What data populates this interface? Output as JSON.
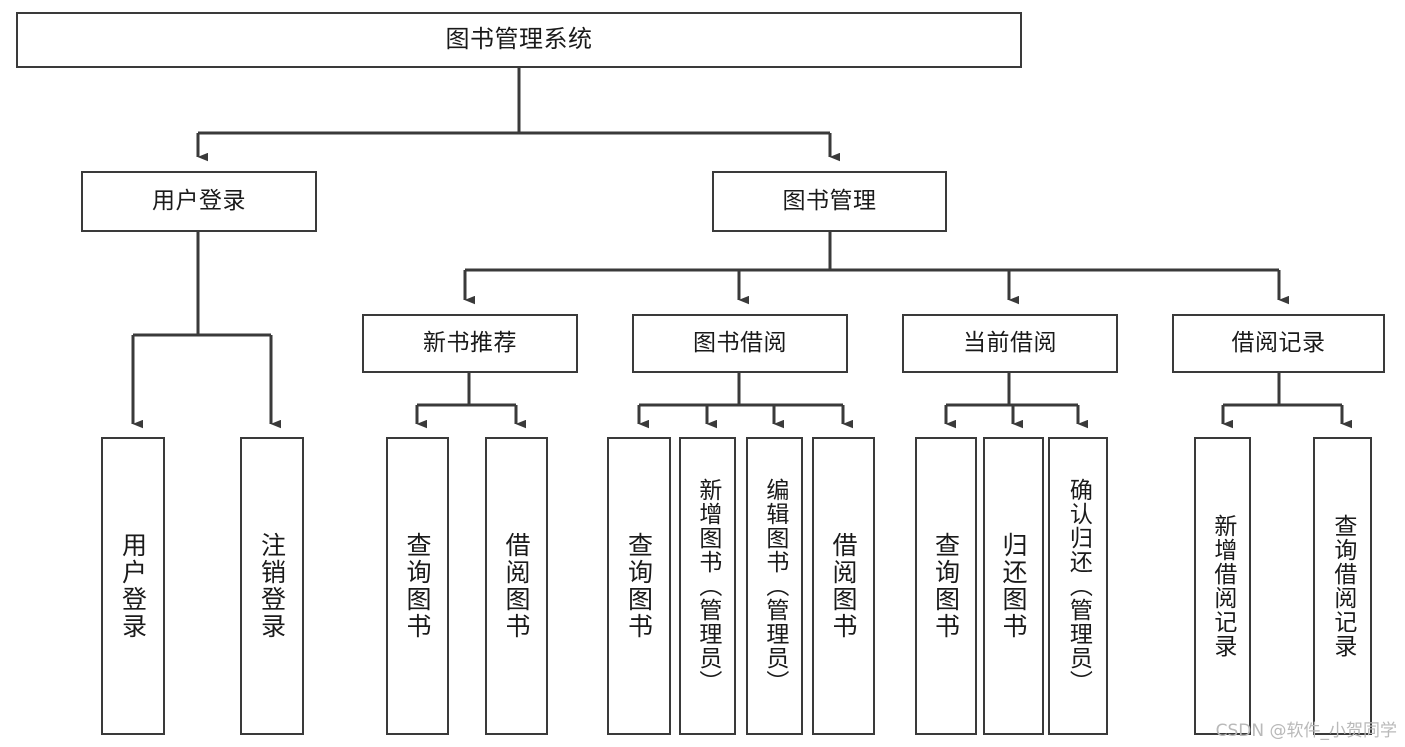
{
  "diagram": {
    "title": "图书管理系统",
    "type": "tree-hierarchy-chart",
    "orientation": "top-down",
    "colors": {
      "box_border": "#3a3a3a",
      "box_fill": "#ffffff",
      "edge": "#3a3a3a",
      "text": "#1a1a1a",
      "watermark": "#b9b9b9",
      "background": "#ffffff"
    },
    "watermark": "CSDN @软件_小贺同学"
  },
  "nodes": {
    "root": {
      "id": "root",
      "label": "图书管理系统",
      "level": 1,
      "orientation": "horizontal"
    },
    "level2": [
      {
        "id": "user-login",
        "label": "用户登录",
        "level": 2,
        "orientation": "horizontal"
      },
      {
        "id": "book-management",
        "label": "图书管理",
        "level": 2,
        "orientation": "horizontal"
      }
    ],
    "level3": [
      {
        "id": "new-book-recommend",
        "label": "新书推荐",
        "level": 3,
        "orientation": "horizontal",
        "parent": "book-management"
      },
      {
        "id": "book-borrow",
        "label": "图书借阅",
        "level": 3,
        "orientation": "horizontal",
        "parent": "book-management"
      },
      {
        "id": "current-borrow",
        "label": "当前借阅",
        "level": 3,
        "orientation": "horizontal",
        "parent": "book-management"
      },
      {
        "id": "borrow-record",
        "label": "借阅记录",
        "level": 3,
        "orientation": "horizontal",
        "parent": "book-management"
      }
    ],
    "leaves": [
      {
        "id": "leaf-user-login",
        "label": "用户登录",
        "level": 3,
        "orientation": "vertical",
        "parent": "user-login"
      },
      {
        "id": "leaf-user-logout",
        "label": "注销登录",
        "level": 3,
        "orientation": "vertical",
        "parent": "user-login"
      },
      {
        "id": "leaf-query-book-recommend",
        "label": "查询图书",
        "level": 4,
        "orientation": "vertical",
        "parent": "new-book-recommend"
      },
      {
        "id": "leaf-borrow-book-recommend",
        "label": "借阅图书",
        "level": 4,
        "orientation": "vertical",
        "parent": "new-book-recommend"
      },
      {
        "id": "leaf-query-book-borrow",
        "label": "查询图书",
        "level": 4,
        "orientation": "vertical",
        "parent": "book-borrow"
      },
      {
        "id": "leaf-add-book",
        "label": "新增图书（管理员）",
        "level": 4,
        "orientation": "vertical",
        "parent": "book-borrow"
      },
      {
        "id": "leaf-edit-book",
        "label": "编辑图书（管理员）",
        "level": 4,
        "orientation": "vertical",
        "parent": "book-borrow"
      },
      {
        "id": "leaf-borrow-book",
        "label": "借阅图书",
        "level": 4,
        "orientation": "vertical",
        "parent": "book-borrow"
      },
      {
        "id": "leaf-query-book-current",
        "label": "查询图书",
        "level": 4,
        "orientation": "vertical",
        "parent": "current-borrow"
      },
      {
        "id": "leaf-return-book",
        "label": "归还图书",
        "level": 4,
        "orientation": "vertical",
        "parent": "current-borrow"
      },
      {
        "id": "leaf-confirm-return",
        "label": "确认归还（管理员）",
        "level": 4,
        "orientation": "vertical",
        "parent": "current-borrow"
      },
      {
        "id": "leaf-add-borrow-record",
        "label": "新增借阅记录",
        "level": 4,
        "orientation": "vertical",
        "parent": "borrow-record"
      },
      {
        "id": "leaf-query-borrow-record",
        "label": "查询借阅记录",
        "level": 4,
        "orientation": "vertical",
        "parent": "borrow-record"
      }
    ]
  }
}
